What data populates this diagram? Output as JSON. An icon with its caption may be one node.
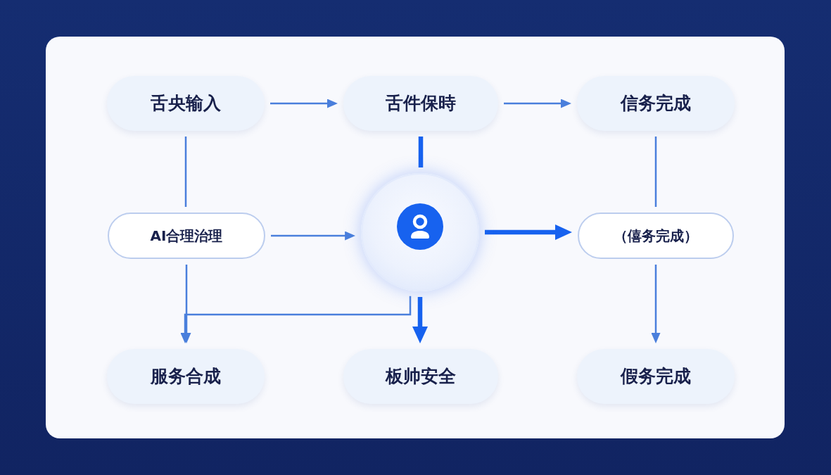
{
  "diagram": {
    "nodes": [
      {
        "text": [
          "舌央输入"
        ]
      },
      {
        "text": [
          "舌件保時"
        ]
      },
      {
        "text": [
          "信务完成"
        ]
      },
      {
        "text": [
          "AI合理治理"
        ]
      },
      {
        "text": [],
        "shape": "circle"
      },
      {
        "text": [
          "（僖务完成）"
        ]
      },
      {
        "text": [
          "服务合成"
        ]
      },
      {
        "text": [
          "板帅安全"
        ]
      },
      {
        "text": [
          "假务完成"
        ]
      }
    ],
    "edges": [
      {
        "from": 0,
        "to": 1,
        "arrow": "to"
      },
      {
        "from": 1,
        "to": 2,
        "arrow": "to"
      },
      {
        "from": 0,
        "to": 3,
        "arrow": "none"
      },
      {
        "from": 1,
        "to": 4,
        "arrow": "none",
        "style": "thick",
        "color": "#1762ef"
      },
      {
        "from": 2,
        "to": 5,
        "arrow": "none"
      },
      {
        "from": 3,
        "to": 4,
        "arrow": "to"
      },
      {
        "from": 4,
        "to": 5,
        "arrow": "to",
        "style": "thick",
        "color": "#1762ef"
      },
      {
        "from": 3,
        "to": 6,
        "arrow": "to"
      },
      {
        "from": 4,
        "to": 6,
        "arrow": "to"
      },
      {
        "from": 4,
        "to": 7,
        "arrow": "to",
        "style": "thick",
        "color": "#1762ef"
      },
      {
        "from": 5,
        "to": 8,
        "arrow": "to"
      }
    ]
  }
}
